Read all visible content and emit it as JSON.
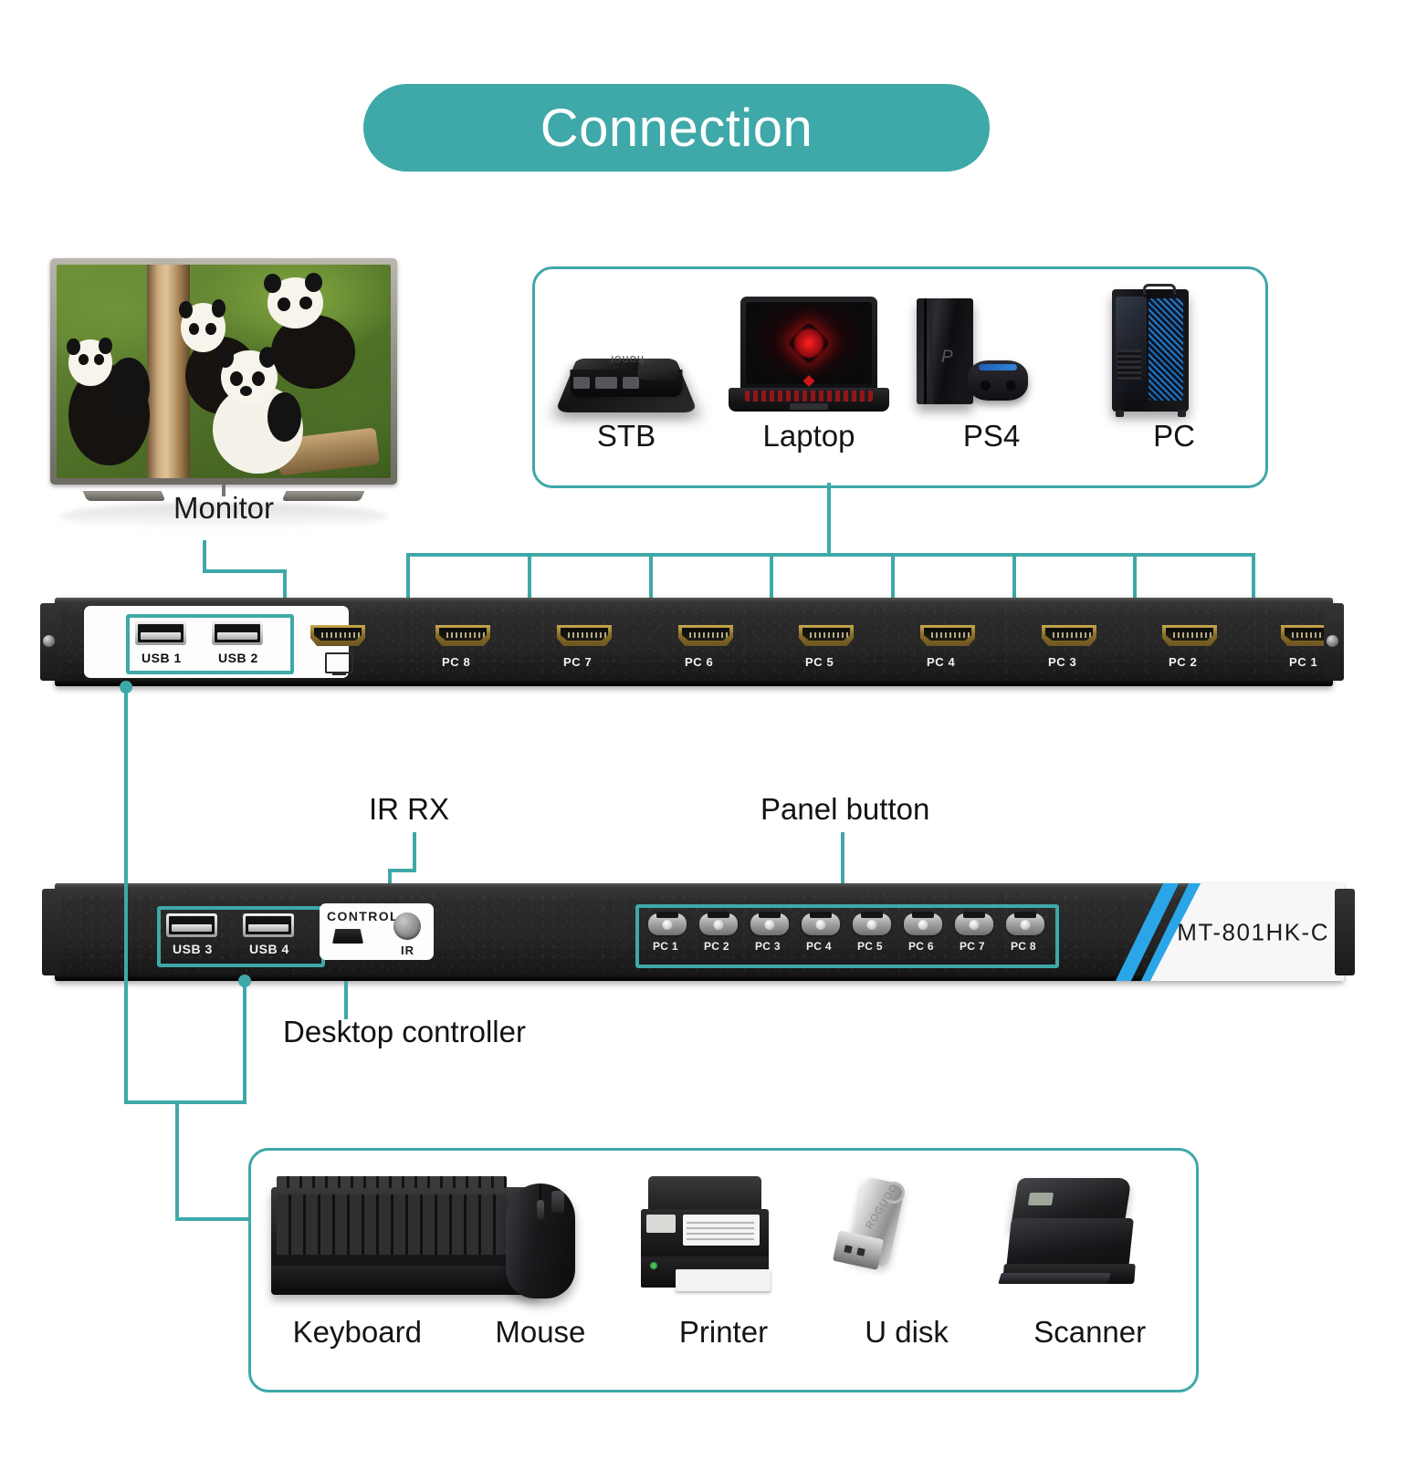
{
  "header": {
    "title": "Connection"
  },
  "colors": {
    "accent_teal": "#3fa8a8",
    "badge_blue": "#2aa6e8",
    "chassis_black": "#242424",
    "hdmi_gold": "#c9a94e"
  },
  "monitor": {
    "label": "Monitor",
    "screen_content": "pandas-on-tree-photo"
  },
  "sources": {
    "items": [
      {
        "label": "STB",
        "icon": "set-top-box-icon"
      },
      {
        "label": "Laptop",
        "icon": "laptop-icon"
      },
      {
        "label": "PS4",
        "icon": "playstation-console-icon"
      },
      {
        "label": "PC",
        "icon": "desktop-tower-icon"
      }
    ]
  },
  "rear_panel": {
    "usb_ports": [
      {
        "label": "USB 1"
      },
      {
        "label": "USB 2"
      }
    ],
    "hdmi_output": {
      "glyph": "monitor-icon"
    },
    "hdmi_inputs": [
      {
        "label": "PC 8"
      },
      {
        "label": "PC 7"
      },
      {
        "label": "PC 6"
      },
      {
        "label": "PC 5"
      },
      {
        "label": "PC 4"
      },
      {
        "label": "PC 3"
      },
      {
        "label": "PC 2"
      },
      {
        "label": "PC 1"
      }
    ]
  },
  "front_panel": {
    "usb_ports": [
      {
        "label": "USB 3"
      },
      {
        "label": "USB 4"
      }
    ],
    "control": {
      "title": "CONTROL",
      "ir_label": "IR",
      "mini_usb": "mini-usb-port"
    },
    "buttons": [
      {
        "label": "PC 1"
      },
      {
        "label": "PC 2"
      },
      {
        "label": "PC 3"
      },
      {
        "label": "PC 4"
      },
      {
        "label": "PC 5"
      },
      {
        "label": "PC 6"
      },
      {
        "label": "PC 7"
      },
      {
        "label": "PC 8"
      }
    ],
    "model": "MT-801HK-C"
  },
  "annotations": {
    "ir_rx": "IR RX",
    "panel_button": "Panel button",
    "desktop_controller": "Desktop controller"
  },
  "peripherals": {
    "items": [
      {
        "label": "Keyboard",
        "icon": "keyboard-icon"
      },
      {
        "label": "Mouse",
        "icon": "mouse-icon"
      },
      {
        "label": "Printer",
        "icon": "printer-icon"
      },
      {
        "label": "U disk",
        "icon": "usb-flash-drive-icon"
      },
      {
        "label": "Scanner",
        "icon": "scanner-icon"
      }
    ]
  }
}
